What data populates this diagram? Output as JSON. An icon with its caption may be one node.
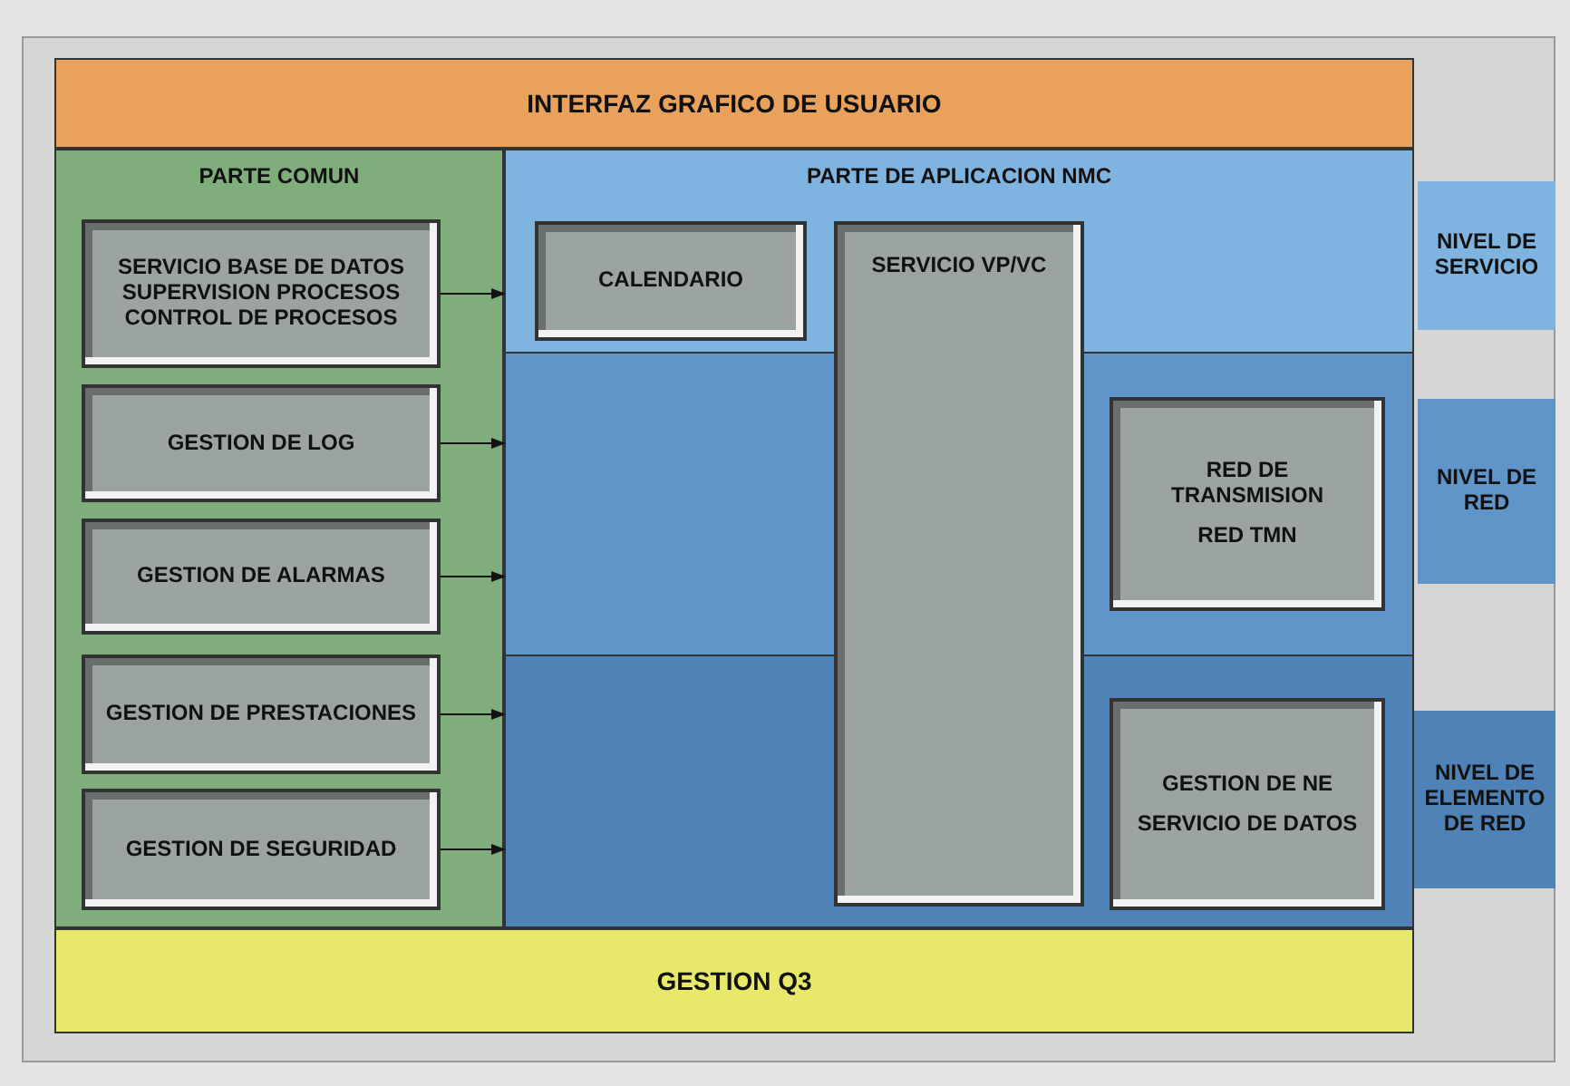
{
  "diagram": {
    "nodes": [
      {
        "text": [
          "INTERFAZ GRAFICO DE USUARIO"
        ]
      },
      {
        "text": [
          "PARTE COMUN"
        ]
      },
      {
        "text": [
          "SERVICIO BASE DE DATOS SUPERVISION PROCESOS CONTROL DE PROCESOS"
        ],
        "in": 1
      },
      {
        "text": [
          "GESTION DE LOG"
        ],
        "in": 1
      },
      {
        "text": [
          "GESTION DE ALARMAS"
        ],
        "in": 1
      },
      {
        "text": [
          "GESTION DE PRESTACIONES"
        ],
        "in": 1
      },
      {
        "text": [
          "GESTION DE SEGURIDAD"
        ],
        "in": 1
      },
      {
        "text": [
          "PARTE DE APLICACION NMC"
        ]
      },
      {
        "text": [
          "CALENDARIO"
        ],
        "in": 7
      },
      {
        "text": [
          "SERVICIO VP/VC"
        ],
        "in": 7
      },
      {
        "text": [
          "RED DE TRANSMISION",
          "RED TMN"
        ],
        "in": 7
      },
      {
        "text": [
          "GESTION DE NE",
          "SERVICIO DE DATOS"
        ],
        "in": 7
      },
      {
        "text": [
          "NIVEL DE SERVICIO"
        ]
      },
      {
        "text": [
          "NIVEL DE RED"
        ]
      },
      {
        "text": [
          "NIVEL DE ELEMENTO DE RED"
        ]
      },
      {
        "text": [
          "GESTION Q3"
        ]
      }
    ],
    "edges": [
      {
        "from": 2,
        "to": 7,
        "arrow": "to"
      },
      {
        "from": 3,
        "to": 7,
        "arrow": "to"
      },
      {
        "from": 4,
        "to": 7,
        "arrow": "to"
      },
      {
        "from": 5,
        "to": 7,
        "arrow": "to"
      },
      {
        "from": 6,
        "to": 7,
        "arrow": "to"
      }
    ]
  }
}
